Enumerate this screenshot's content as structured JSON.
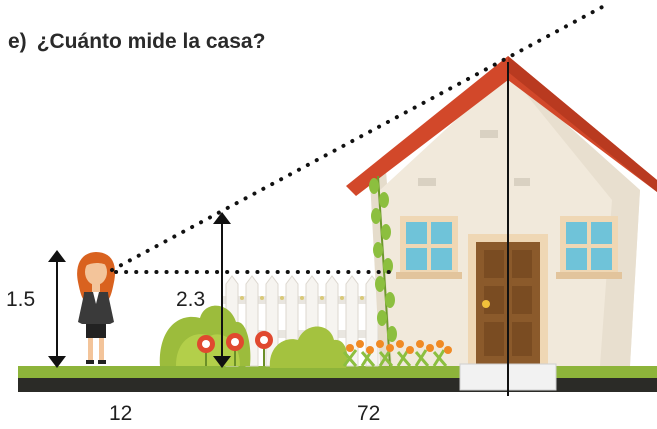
{
  "problem": {
    "letter": "e)",
    "question": "¿Cuánto mide la casa?"
  },
  "measurements": {
    "person_height": "1.5",
    "pole_height": "2.3",
    "distance_person_to_pole": "12",
    "distance_pole_to_house": "72"
  },
  "colors": {
    "roof": "#d2482a",
    "wall": "#f1e9db",
    "door": "#8b5a2b",
    "window": "#6fc3d9",
    "grass": "#8db43a",
    "soil": "#2b2b27",
    "vine": "#8cbf3f"
  }
}
